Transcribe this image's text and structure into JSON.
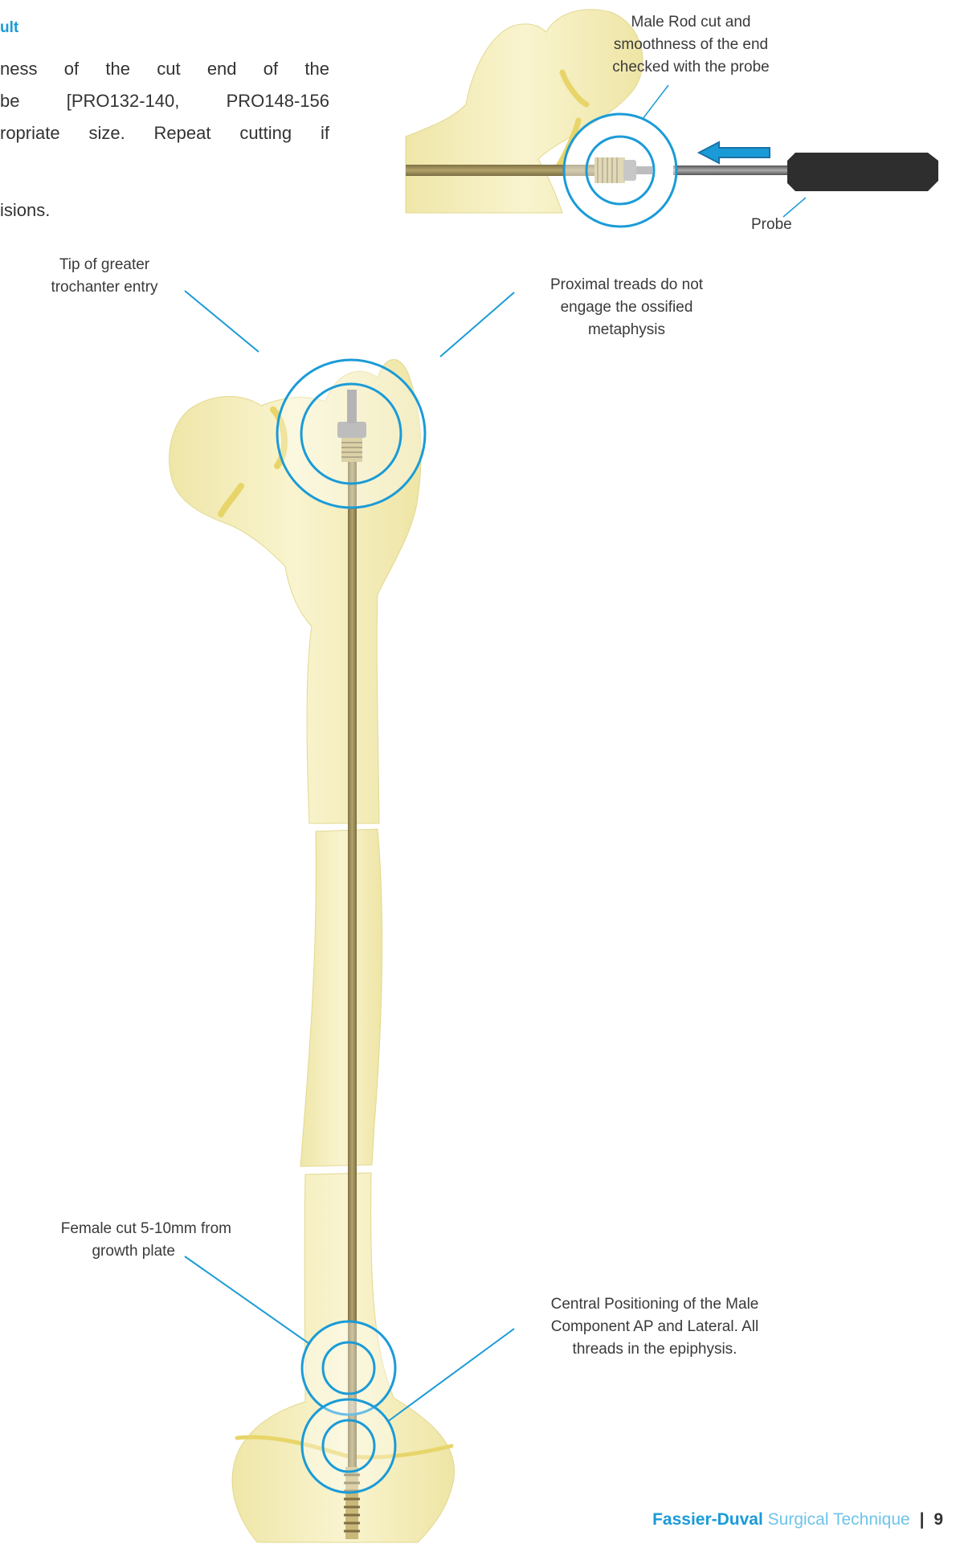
{
  "heading": "ult",
  "body": {
    "line1": "ness of the cut end of the",
    "line2": "be [PRO132-140, PRO148-156",
    "line3": "ropriate size. Repeat cutting if",
    "line4": "isions."
  },
  "callouts": {
    "male_rod": [
      "Male Rod cut and",
      "smoothness of the end",
      "checked with the probe"
    ],
    "probe": "Probe",
    "tip_trochanter": [
      "Tip of greater",
      "trochanter entry"
    ],
    "proximal_treads": [
      "Proximal treads do not",
      "engage the ossified",
      "metaphysis"
    ],
    "female_cut": [
      "Female cut 5-10mm from",
      "growth plate"
    ],
    "central_positioning": [
      "Central Positioning of the Male",
      "Component AP and Lateral. All",
      "threads in the epiphysis."
    ]
  },
  "footer": {
    "brand": "Fassier-Duval",
    "subtitle": "Surgical Technique",
    "separator": "|",
    "page": "9"
  },
  "colors": {
    "accent": "#1a9bd7",
    "bone": "#f5eeb9",
    "growth_plate": "#e8d56a",
    "rod": "#9e8e55",
    "probe_handle": "#2e2e2e"
  }
}
